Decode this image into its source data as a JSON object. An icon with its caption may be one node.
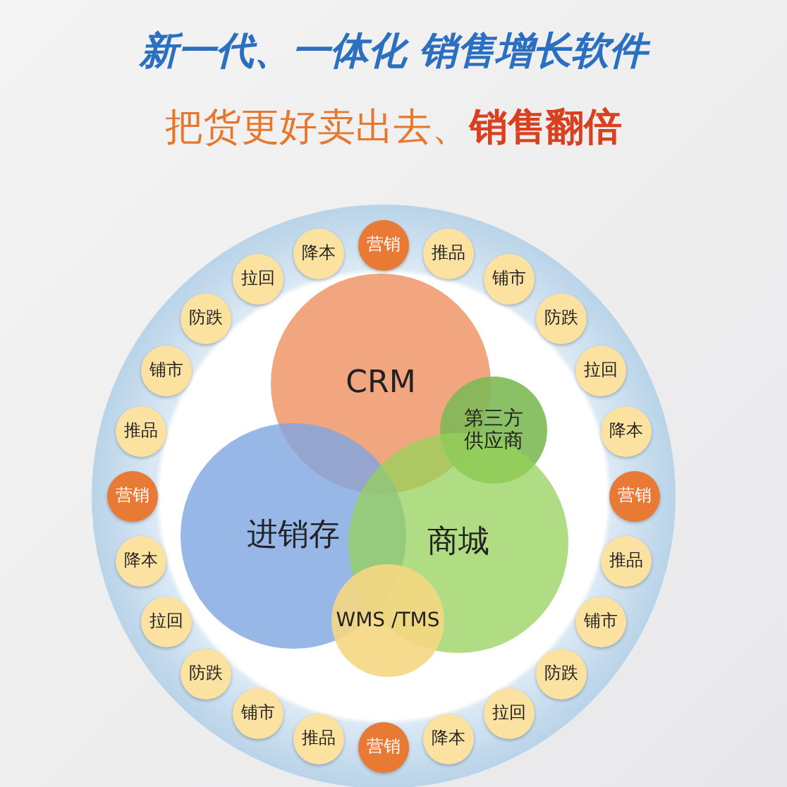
{
  "diagram": {
    "title": "新一代、一体化 销售增长软件",
    "nodes": [
      {
        "text": [
          "CRM"
        ]
      },
      {
        "text": [
          "第三方供应商"
        ]
      },
      {
        "text": [
          "进销存"
        ]
      },
      {
        "text": [
          "商城"
        ]
      },
      {
        "text": [
          "WMS /TMS"
        ]
      },
      {
        "text": [
          "营销"
        ]
      },
      {
        "text": [
          "推品"
        ]
      },
      {
        "text": [
          "铺市"
        ]
      },
      {
        "text": [
          "防跌"
        ]
      },
      {
        "text": [
          "拉回"
        ]
      },
      {
        "text": [
          "降本"
        ]
      },
      {
        "text": [
          "营销"
        ]
      },
      {
        "text": [
          "推品"
        ]
      },
      {
        "text": [
          "铺市"
        ]
      },
      {
        "text": [
          "防跌"
        ]
      },
      {
        "text": [
          "拉回"
        ]
      },
      {
        "text": [
          "降本"
        ]
      },
      {
        "text": [
          "营销"
        ]
      },
      {
        "text": [
          "推品"
        ]
      },
      {
        "text": [
          "铺市"
        ]
      },
      {
        "text": [
          "防跌"
        ]
      },
      {
        "text": [
          "拉回"
        ]
      },
      {
        "text": [
          "降本"
        ]
      },
      {
        "text": [
          "营销"
        ]
      },
      {
        "text": [
          "推品"
        ]
      },
      {
        "text": [
          "铺市"
        ]
      },
      {
        "text": [
          "防跌"
        ]
      },
      {
        "text": [
          "拉回"
        ]
      },
      {
        "text": [
          "降本"
        ]
      }
    ],
    "labels": [
      "把货更好卖出去、**销售翻倍**"
    ]
  }
}
